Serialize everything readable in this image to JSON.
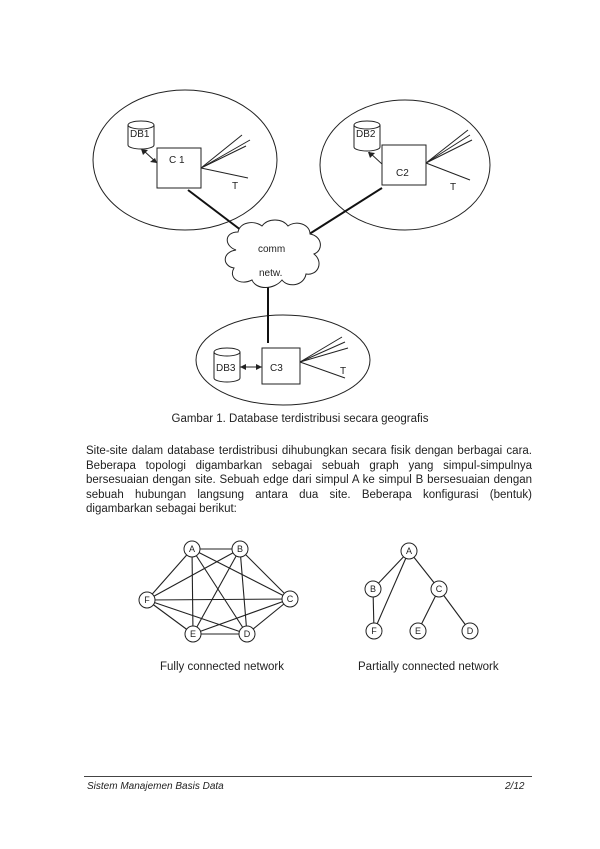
{
  "figure1": {
    "site1": {
      "db": "DB1",
      "computer": "C 1",
      "terminal": "T"
    },
    "site2": {
      "db": "DB2",
      "computer": "C2",
      "terminal": "T"
    },
    "site3": {
      "db": "DB3",
      "computer": "C3",
      "terminal": "T"
    },
    "network": {
      "line1": "comm",
      "line2": "netw."
    }
  },
  "caption": "Gambar 1.  Database terdistribusi secara geografis",
  "paragraph": "Site-site dalam database terdistribusi dihubungkan secara fisik dengan berbagai cara. Beberapa topologi digambarkan sebagai sebuah graph yang simpul-simpulnya bersesuaian dengan site. Sebuah edge dari simpul A ke simpul B bersesuaian dengan sebuah hubungan langsung antara dua site. Beberapa konfigurasi (bentuk) digambarkan sebagai berikut:",
  "fully_connected": {
    "label": "Fully connected network",
    "nodes": [
      "A",
      "B",
      "C",
      "D",
      "E",
      "F"
    ]
  },
  "partially_connected": {
    "label": "Partially connected network",
    "nodes": [
      "A",
      "B",
      "C",
      "D",
      "E",
      "F"
    ]
  },
  "footer": {
    "title": "Sistem Manajemen Basis Data",
    "page": "2/12"
  }
}
